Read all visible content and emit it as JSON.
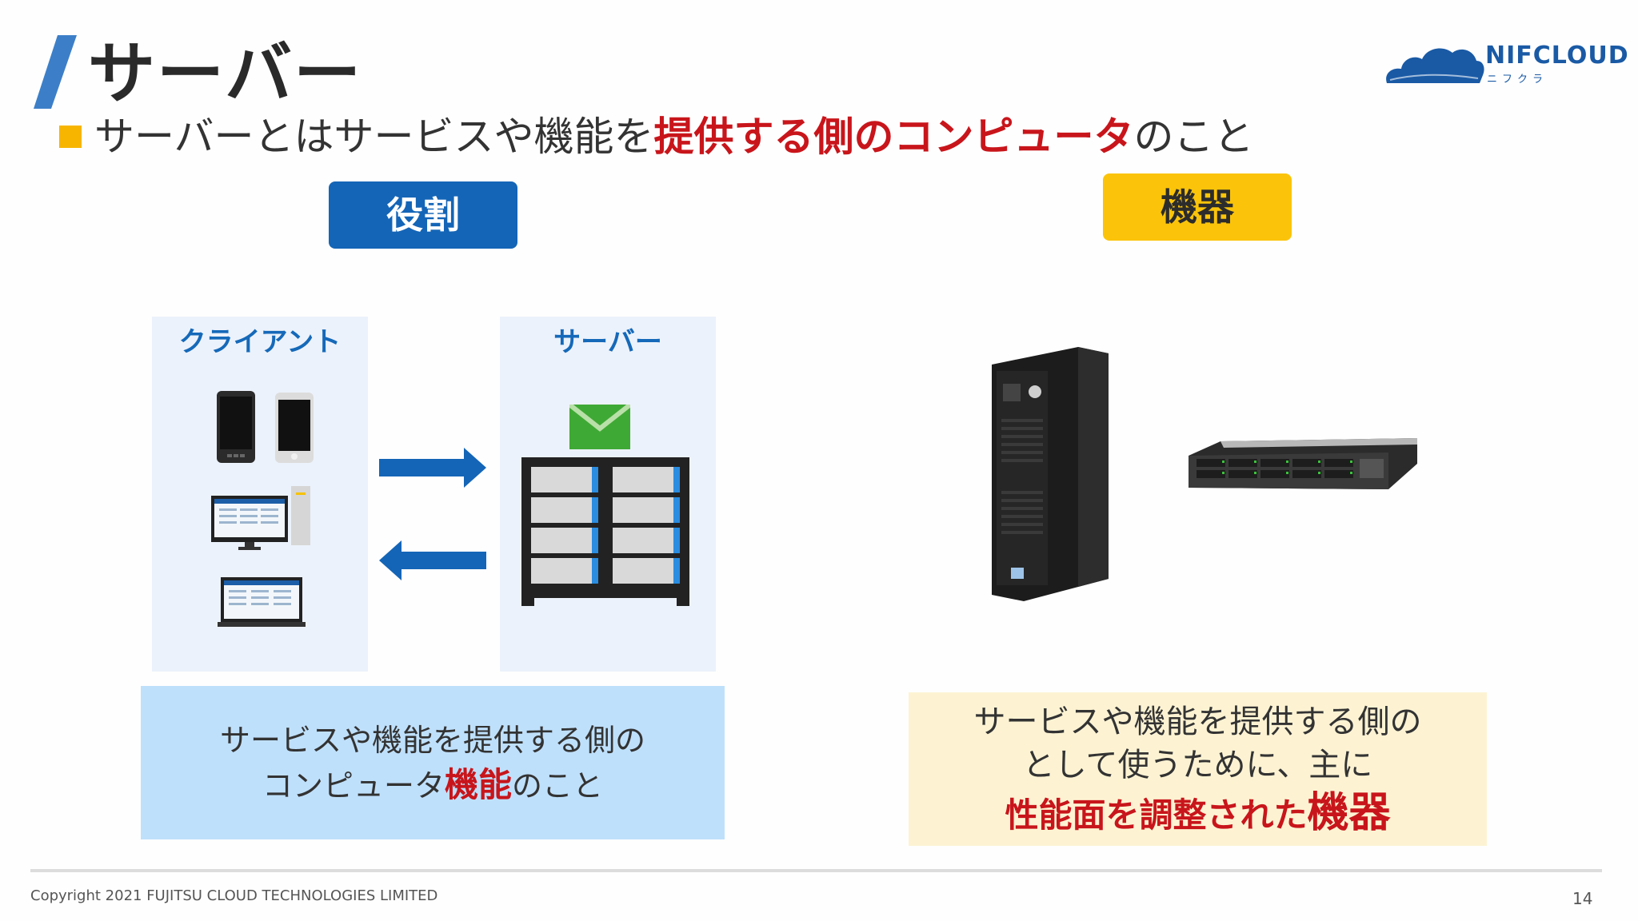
{
  "slide": {
    "title": "サーバー",
    "subtitle": {
      "prefix": "サーバーとはサービスや機能を",
      "highlight": "提供する側のコンピュータ",
      "suffix": "のこと"
    },
    "logo": {
      "name": "NIFCLOUD",
      "kana": "ニフクラ"
    },
    "page_number": "14",
    "copyright": "Copyright 2021 FUJITSU CLOUD TECHNOLOGIES LIMITED",
    "colors": {
      "accent_blue": "#1465b7",
      "accent_yellow": "#fbc40a",
      "highlight_red": "#c8151b",
      "bullet": "#f7b500"
    }
  },
  "role": {
    "badge": "役割",
    "client_label": "クライアント",
    "server_label": "サーバー",
    "desc_line1": "サービスや機能を提供する側の",
    "desc_line2_prefix": "コンピュータ",
    "desc_line2_highlight": "機能",
    "desc_line2_suffix": "のこと"
  },
  "device": {
    "badge": "機器",
    "desc_line1": "サービスや機能を提供する側の",
    "desc_line2": "として使うために、主に",
    "desc_line3_prefix": "性能面を調整された",
    "desc_line3_highlight": "機器"
  }
}
